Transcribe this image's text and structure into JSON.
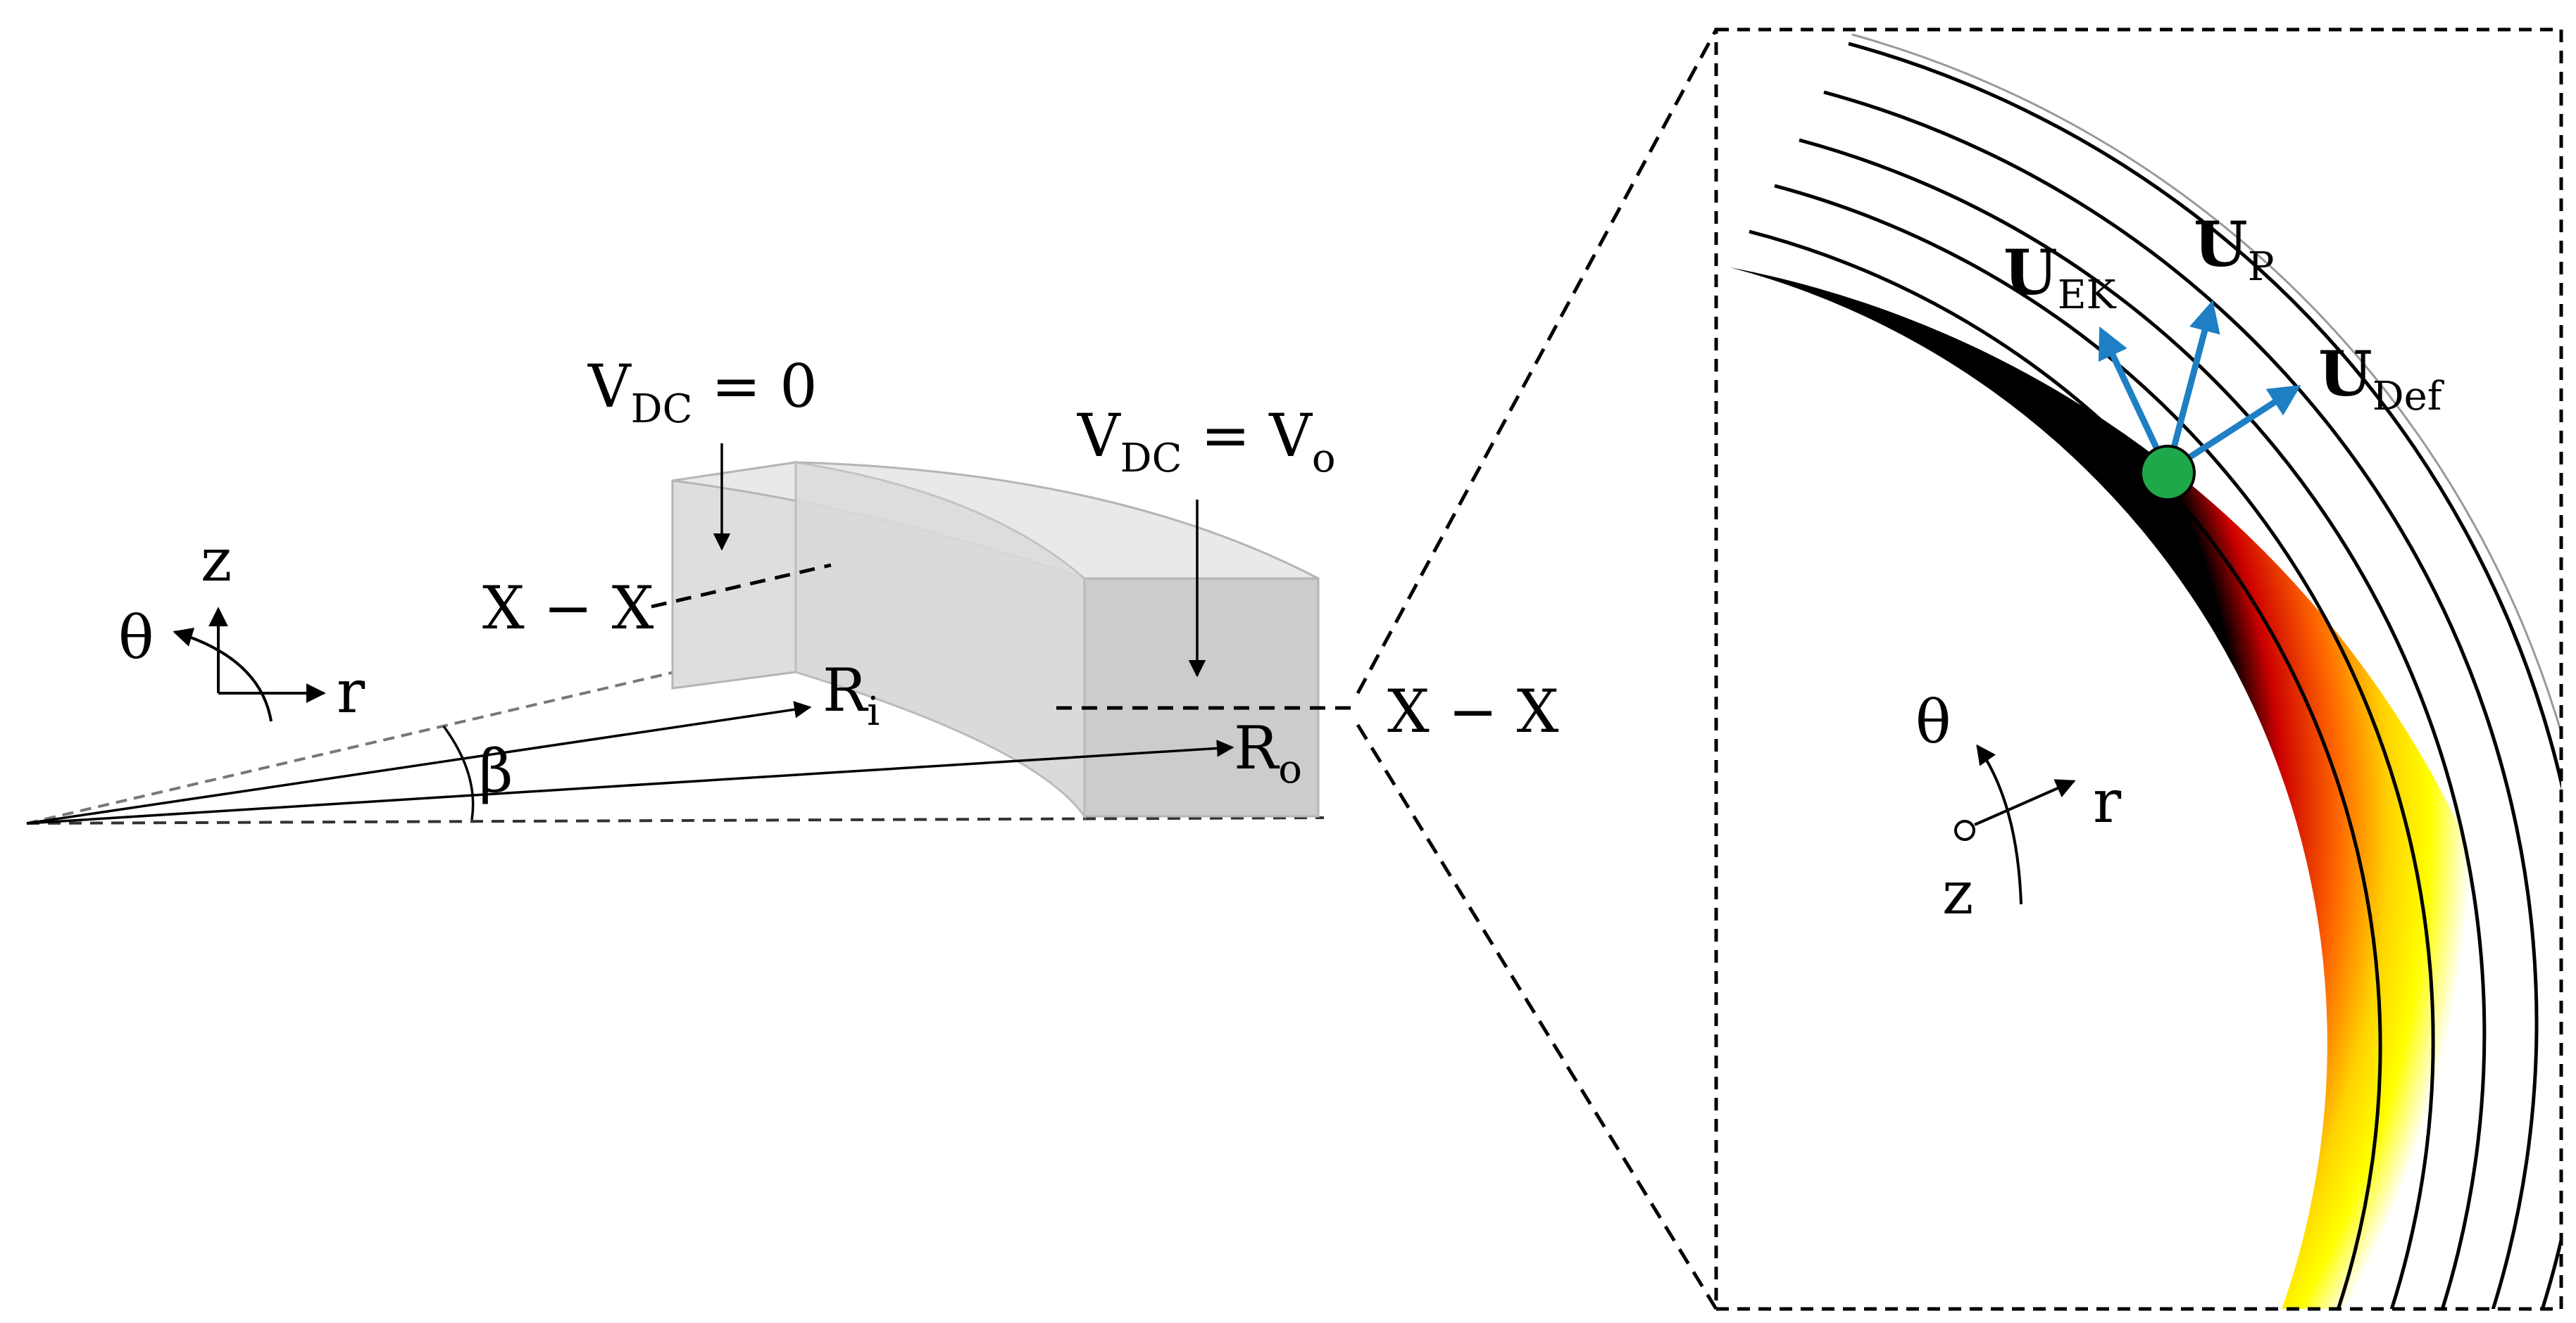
{
  "left_figure": {
    "boundary_inner": {
      "main": "V",
      "sub": "DC",
      "rest": " = 0"
    },
    "boundary_outer": {
      "main": "V",
      "sub": "DC",
      "rest": " = V",
      "sub2": "o"
    },
    "section_label_left": "X − X",
    "radius_inner": {
      "main": "R",
      "sub": "i"
    },
    "radius_outer": {
      "main": "R",
      "sub": "o"
    },
    "angle": "β",
    "axes": {
      "z": "z",
      "theta": "θ",
      "r": "r"
    }
  },
  "section_label_right": "X − X",
  "inset": {
    "vectors": [
      {
        "main": "U",
        "sub": "EK",
        "color": "#1f7fc4"
      },
      {
        "main": "U",
        "sub": "P",
        "color": "#1f7fc4"
      },
      {
        "main": "U",
        "sub": "Def",
        "color": "#1f7fc4"
      }
    ],
    "particle_color": "#1ea84a",
    "gradient_colors": [
      "#000000",
      "#cc0000",
      "#ff6600",
      "#ffd400",
      "#ffff00",
      "#ffffff"
    ],
    "axes": {
      "theta": "θ",
      "r": "r",
      "z": "z"
    }
  }
}
